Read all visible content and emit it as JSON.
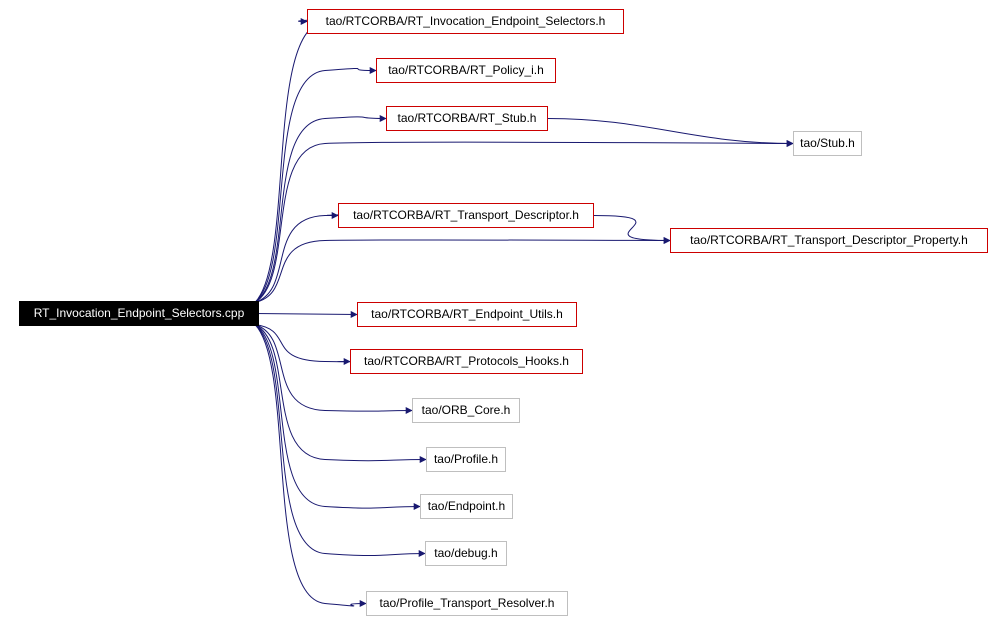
{
  "root": {
    "label": "RT_Invocation_Endpoint_Selectors.cpp"
  },
  "nodes": [
    {
      "id": "n1",
      "label": "tao/RTCORBA/RT_Invocation_Endpoint_Selectors.h",
      "style": "red"
    },
    {
      "id": "n2",
      "label": "tao/RTCORBA/RT_Policy_i.h",
      "style": "red"
    },
    {
      "id": "n3",
      "label": "tao/RTCORBA/RT_Stub.h",
      "style": "red"
    },
    {
      "id": "n4",
      "label": "tao/Stub.h",
      "style": "gray"
    },
    {
      "id": "n5",
      "label": "tao/RTCORBA/RT_Transport_Descriptor.h",
      "style": "red"
    },
    {
      "id": "n6",
      "label": "tao/RTCORBA/RT_Transport_Descriptor_Property.h",
      "style": "red"
    },
    {
      "id": "n7",
      "label": "tao/RTCORBA/RT_Endpoint_Utils.h",
      "style": "red"
    },
    {
      "id": "n8",
      "label": "tao/RTCORBA/RT_Protocols_Hooks.h",
      "style": "red"
    },
    {
      "id": "n9",
      "label": "tao/ORB_Core.h",
      "style": "gray"
    },
    {
      "id": "n10",
      "label": "tao/Profile.h",
      "style": "gray"
    },
    {
      "id": "n11",
      "label": "tao/Endpoint.h",
      "style": "gray"
    },
    {
      "id": "n12",
      "label": "tao/debug.h",
      "style": "gray"
    },
    {
      "id": "n13",
      "label": "tao/Profile_Transport_Resolver.h",
      "style": "gray"
    }
  ],
  "edges": [
    [
      "root",
      "n1"
    ],
    [
      "root",
      "n2"
    ],
    [
      "root",
      "n3"
    ],
    [
      "root",
      "n4"
    ],
    [
      "root",
      "n5"
    ],
    [
      "root",
      "n6"
    ],
    [
      "root",
      "n7"
    ],
    [
      "root",
      "n8"
    ],
    [
      "root",
      "n9"
    ],
    [
      "root",
      "n10"
    ],
    [
      "root",
      "n11"
    ],
    [
      "root",
      "n12"
    ],
    [
      "root",
      "n13"
    ],
    [
      "n3",
      "n4"
    ],
    [
      "n5",
      "n6"
    ]
  ],
  "colors": {
    "edge": "#191970",
    "red_border": "#cc0000",
    "gray_border": "#bfbfbf",
    "root_fill": "#000000",
    "root_text": "#ffffff"
  }
}
